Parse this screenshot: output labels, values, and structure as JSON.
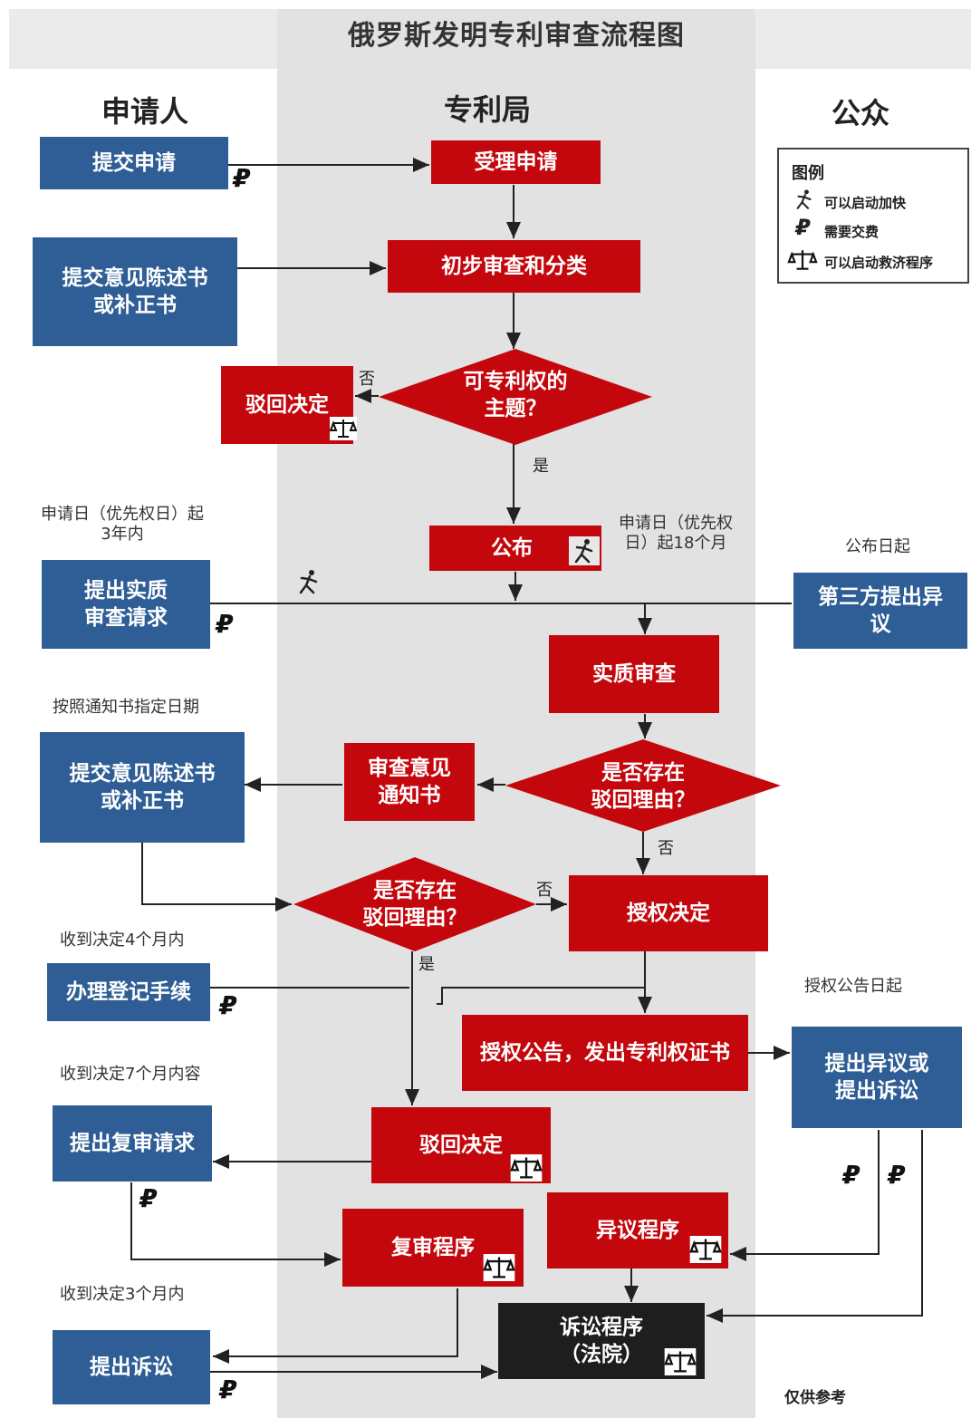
{
  "title": "俄罗斯发明专利审查流程图",
  "lanes": {
    "applicant": "申请人",
    "office": "专利局",
    "public": "公众"
  },
  "legend": {
    "title": "图例",
    "items": [
      {
        "icon": "runner-icon",
        "label": "可以启动加快"
      },
      {
        "icon": "ruble-icon",
        "label": "需要交费"
      },
      {
        "icon": "scales-icon",
        "label": "可以启动救济程序"
      }
    ]
  },
  "boxes": {
    "submit_application": "提交申请",
    "accept_application": "受理申请",
    "submit_statement_1": "提交意见陈述书\n或补正书",
    "preliminary_exam": "初步审查和分类",
    "patentable_subject": "可专利权的\n主题？",
    "reject_decision_1": "驳回决定",
    "publish": "公布",
    "request_substantive": "提出实质\n审查请求",
    "third_party_objection": "第三方提出异\n议",
    "substantive_exam": "实质审查",
    "grounds_for_rejection_1": "是否存在\n驳回理由？",
    "office_action": "审查意见\n通知书",
    "submit_statement_2": "提交意见陈述书\n或补正书",
    "grounds_for_rejection_2": "是否存在\n驳回理由？",
    "grant_decision": "授权决定",
    "registration": "办理登记手续",
    "grant_publication": "授权公告，发出专利权证书",
    "objection_or_lawsuit": "提出异议或\n提出诉讼",
    "reexamination_request": "提出复审请求",
    "reject_decision_2": "驳回决定",
    "objection_procedure": "异议程序",
    "reexamination_procedure": "复审程序",
    "litigation": "诉讼程序\n（法院）",
    "file_lawsuit": "提出诉讼"
  },
  "labels": {
    "no": "否",
    "yes": "是",
    "within_3_years": "申请日（优先权日）起\n3年内",
    "eighteen_months": "申请日（优先权\n日）起18个月",
    "from_publication": "公布日起",
    "by_notice_date": "按照通知书指定日期",
    "within_4_months": "收到决定4个月内",
    "from_grant_pub": "授权公告日起",
    "within_7_months": "收到决定7个月内容",
    "within_3_months": "收到决定3个月内",
    "for_reference": "仅供参考"
  },
  "symbols": {
    "ruble": "₽"
  },
  "colors": {
    "applicant_box": "#2e5e95",
    "office_box": "#c4070d",
    "court_box": "#1e1e1e",
    "office_band": "#e2e2e2"
  }
}
